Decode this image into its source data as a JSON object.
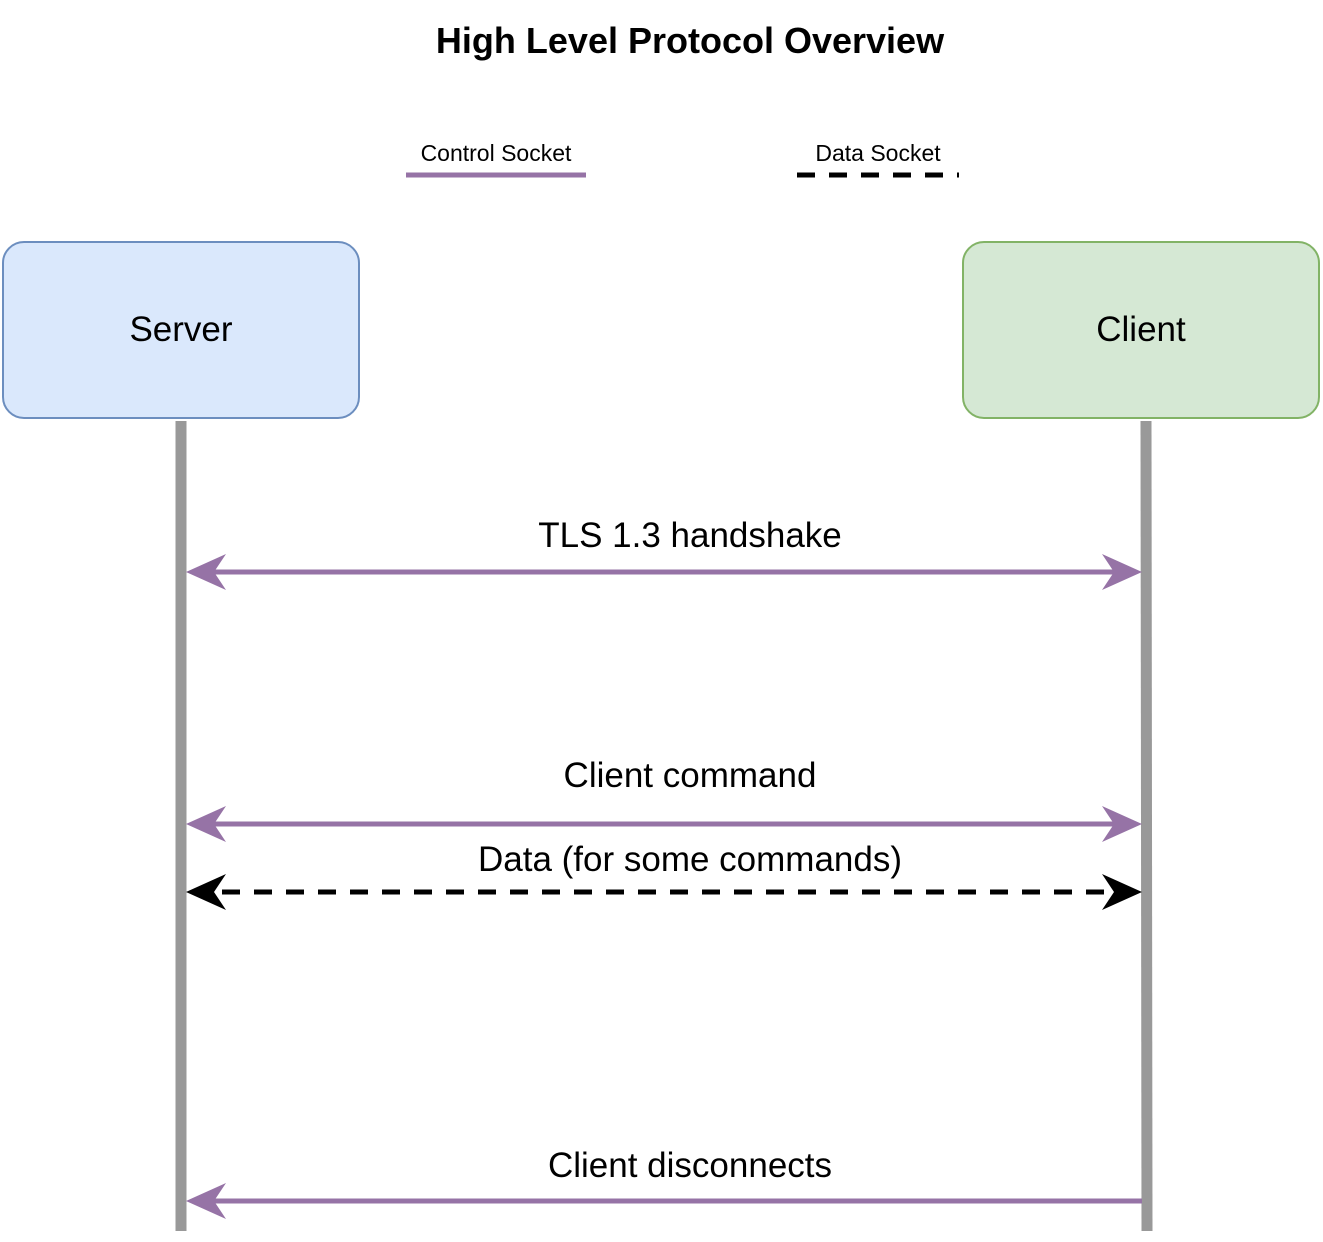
{
  "title": "High Level Protocol Overview",
  "legend": {
    "control": {
      "label": "Control Socket",
      "color": "#9673a6"
    },
    "data": {
      "label": "Data Socket",
      "color": "#000000"
    }
  },
  "actors": {
    "server": {
      "label": "Server",
      "fill": "#dae8fc",
      "stroke": "#6c8ebf"
    },
    "client": {
      "label": "Client",
      "fill": "#d5e8d4",
      "stroke": "#82b366"
    }
  },
  "lifeline_color": "#999999",
  "messages": [
    {
      "label": "TLS 1.3 handshake",
      "socket": "control",
      "direction": "both"
    },
    {
      "label": "Client command",
      "socket": "control",
      "direction": "both"
    },
    {
      "label": "Data (for some commands)",
      "socket": "data",
      "direction": "both"
    },
    {
      "label": "Client disconnects",
      "socket": "control",
      "direction": "to-server"
    }
  ]
}
